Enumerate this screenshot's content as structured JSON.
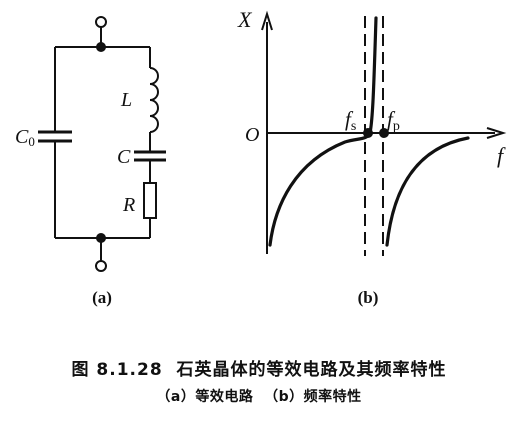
{
  "circuit": {
    "sublabel": "(a)",
    "c0_main": "C",
    "c0_sub": "0",
    "inductor": "L",
    "capacitor": "C",
    "resistor": "R"
  },
  "plot": {
    "sublabel": "(b)",
    "y_axis": "X",
    "x_axis": "f",
    "origin": "O",
    "fs_main": "f",
    "fs_sub": "s",
    "fp_main": "f",
    "fp_sub": "p"
  },
  "caption": {
    "title": "图 8.1.28  石英晶体的等效电路及其频率特性",
    "subtitle": "（a）等效电路  （b）频率特性"
  }
}
